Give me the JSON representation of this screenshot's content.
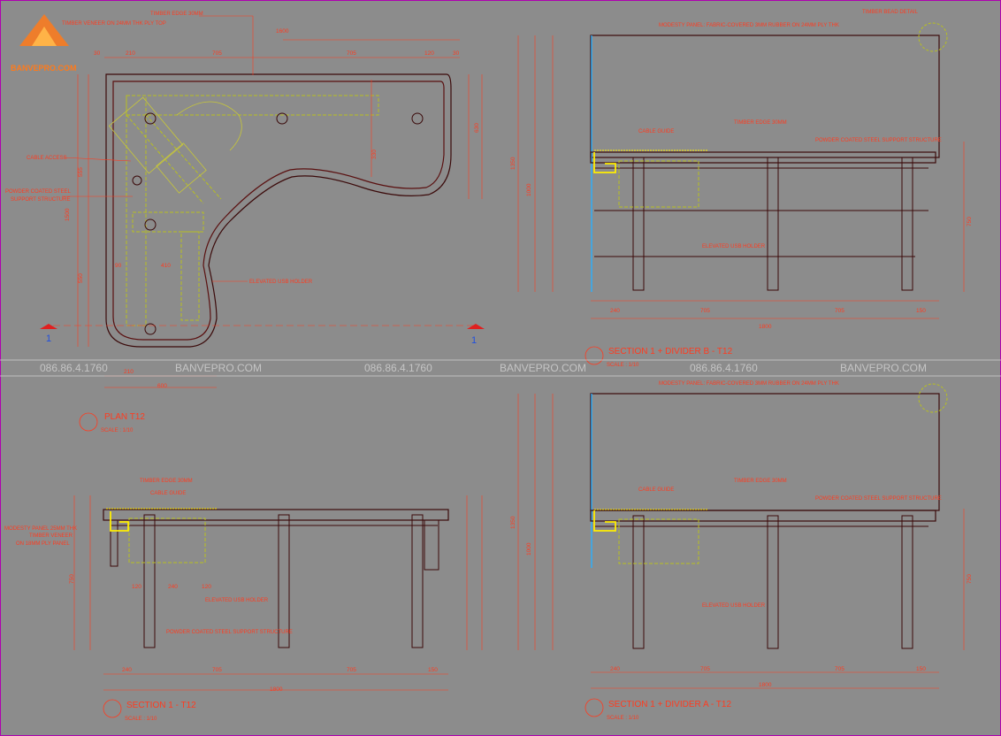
{
  "brand": {
    "name": "BANVEPRO.COM"
  },
  "watermark": {
    "phone": "086.86.4.1760",
    "site": "BANVEPRO.COM"
  },
  "plan": {
    "title": "PLAN T12",
    "scale": "SCALE : 1/10",
    "section_marker": "1",
    "labels": [
      "TIMBER EDGE 30MM",
      "TIMBER VENEER ON 24MM THK PLY TOP",
      "CABLE ACCESS",
      "POWDER COATED STEEL",
      "SUPPORT STRUCTURE",
      "ELEVATED USB HOLDER"
    ],
    "dims": [
      "30",
      "210",
      "705",
      "705",
      "120",
      "30",
      "1600",
      "210",
      "600",
      "410",
      "90",
      "1500",
      "555",
      "550",
      "630",
      "330"
    ]
  },
  "section_b": {
    "title": "SECTION 1 + DIVIDER B - T12",
    "scale": "SCALE : 1/10",
    "labels": [
      "MODESTY PANEL: FABRIC-COVERED 3MM RUBBER ON 24MM PLY THK",
      "TIMBER BEAD DETAIL",
      "CABLE GUIDE",
      "TIMBER EDGE 30MM",
      "POWDER COATED STEEL SUPPORT STRUCTURE",
      "ELEVATED USB HOLDER"
    ],
    "dims": [
      "240",
      "705",
      "705",
      "150",
      "1800",
      "1350",
      "1000",
      "750"
    ]
  },
  "section_a": {
    "title": "SECTION 1 + DIVIDER A - T12",
    "scale": "SCALE : 1/10",
    "labels": [
      "MODESTY PANEL: FABRIC-COVERED 3MM RUBBER ON 24MM PLY THK",
      "CABLE GUIDE",
      "TIMBER EDGE 30MM",
      "POWDER COATED STEEL SUPPORT STRUCTURE",
      "ELEVATED USB HOLDER"
    ],
    "dims": [
      "240",
      "705",
      "705",
      "150",
      "1800",
      "1350",
      "1000",
      "750"
    ]
  },
  "section_1": {
    "title": "SECTION 1 - T12",
    "scale": "SCALE : 1/10",
    "labels": [
      "TIMBER EDGE 30MM",
      "CABLE GUIDE",
      "MODESTY PANEL 25MM THK",
      "TIMBER VENEER",
      "ON 18MM PLY PANEL",
      "ELEVATED USB HOLDER",
      "POWDER COATED STEEL SUPPORT STRUCTURE"
    ],
    "dims": [
      "240",
      "705",
      "705",
      "150",
      "1800",
      "750",
      "120",
      "240",
      "120"
    ]
  }
}
